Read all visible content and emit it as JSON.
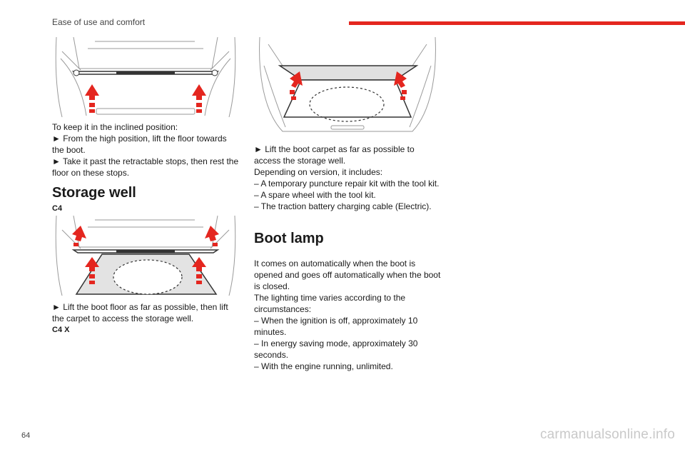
{
  "header": {
    "section_title": "Ease of use and comfort"
  },
  "page_number": "64",
  "watermark": "carmanualsonline.info",
  "colors": {
    "accent": "#e4261f",
    "arrow": "#e4261f"
  },
  "left_column": {
    "inclined_intro": "To keep it in the inclined position:",
    "inclined_step1": "►  From the high position, lift the floor towards the boot.",
    "inclined_step2": "►  Take it past the retractable stops, then rest the floor on these stops.",
    "storage_well_heading": "Storage well",
    "c4_label": "C4",
    "c4_step": "►  Lift the boot floor as far as possible, then lift the carpet to access the storage well.",
    "c4x_label": "C4 X"
  },
  "right_column": {
    "c4x_step": "►  Lift the boot carpet as far as possible to access the storage well.",
    "version_intro": "Depending on version, it includes:",
    "item1": "–  A temporary puncture repair kit with the tool kit.",
    "item2": "–  A spare wheel with the tool kit.",
    "item3": "–  The traction battery charging cable (Electric).",
    "boot_lamp_heading": "Boot lamp",
    "lamp_text": "It comes on automatically when the boot is opened and goes off automatically when the boot is closed.",
    "lighting_intro": "The lighting time varies according to the circumstances:",
    "lamp_item1": "–  When the ignition is off, approximately 10 minutes.",
    "lamp_item2": "–  In energy saving mode, approximately 30 seconds.",
    "lamp_item3": "–  With the engine running, unlimited."
  }
}
